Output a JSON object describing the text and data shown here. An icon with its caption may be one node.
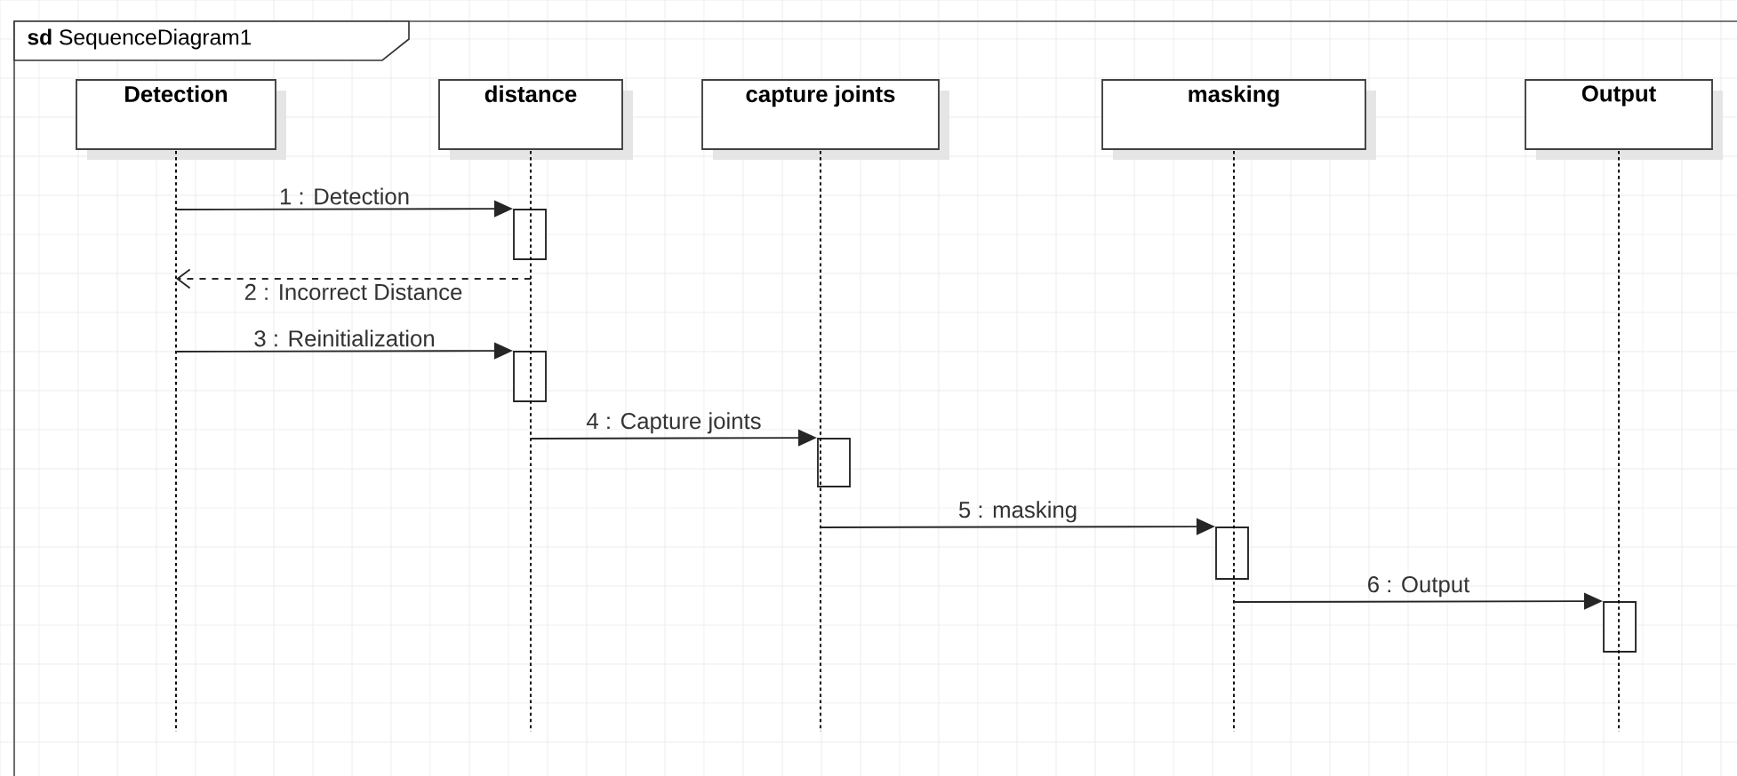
{
  "diagram": {
    "title": "**sd** SequenceDiagram1",
    "nodes": [
      {
        "text": [
          "Detection"
        ]
      },
      {
        "text": [
          "distance"
        ]
      },
      {
        "text": [
          "capture joints"
        ]
      },
      {
        "text": [
          "masking"
        ]
      },
      {
        "text": [
          "Output"
        ]
      },
      {
        "text": [],
        "shape": "bar"
      },
      {
        "text": [],
        "shape": "bar"
      },
      {
        "text": [],
        "shape": "bar"
      },
      {
        "text": [],
        "shape": "bar"
      },
      {
        "text": [],
        "shape": "bar"
      },
      {
        "text": [],
        "shape": "line"
      },
      {
        "text": [],
        "shape": "line"
      },
      {
        "text": [],
        "shape": "line"
      },
      {
        "text": [],
        "shape": "line"
      },
      {
        "text": [],
        "shape": "line"
      }
    ],
    "edges": [
      {
        "from": 10,
        "to": 5,
        "arrow": "to",
        "label": "1 : Detection"
      },
      {
        "from": 11,
        "to": 10,
        "arrow": "to",
        "style": "dashed",
        "label": "2 : Incorrect Distance"
      },
      {
        "from": 10,
        "to": 6,
        "arrow": "to",
        "label": "3 : Reinitialization"
      },
      {
        "from": 11,
        "to": 7,
        "arrow": "to",
        "label": "4 : Capture joints"
      },
      {
        "from": 12,
        "to": 8,
        "arrow": "to",
        "label": "5 : masking"
      },
      {
        "from": 13,
        "to": 9,
        "arrow": "to",
        "label": "6 : Output"
      }
    ]
  }
}
